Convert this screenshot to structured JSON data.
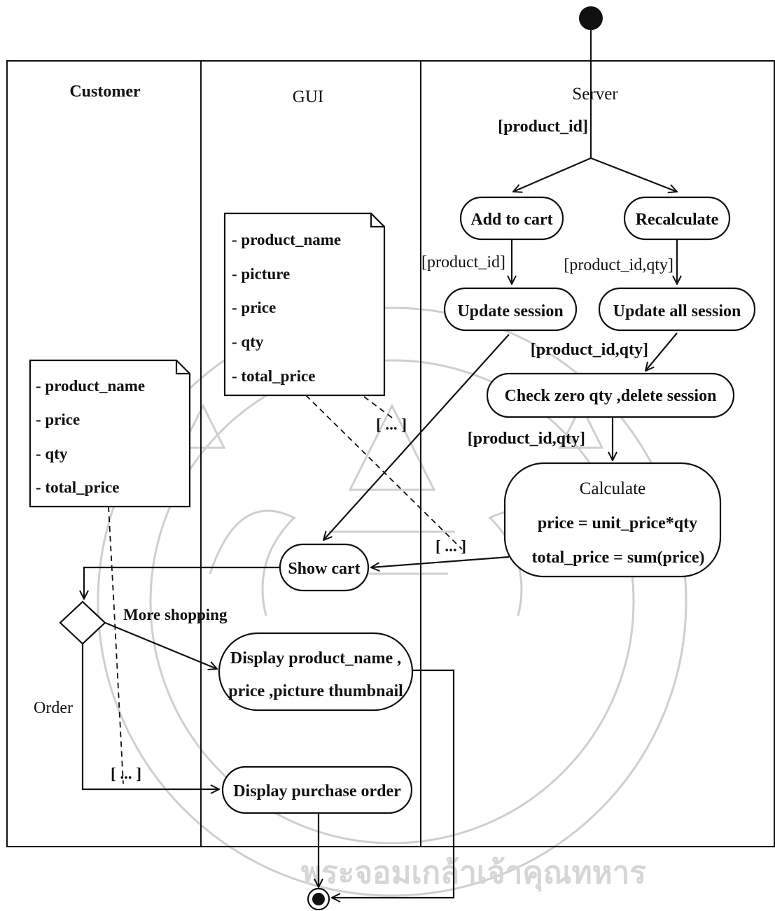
{
  "lanes": {
    "customer": "Customer",
    "gui": "GUI",
    "server": "Server"
  },
  "guards": {
    "start_product_id": "[product_id]",
    "add_product_id": "[product_id]",
    "recalc_product_id_qty": "[product_id,qty]",
    "update_all_product_id_qty": "[product_id,qty]",
    "check_product_id_qty": "[product_id,qty]",
    "gui_dots": "[ ... ]",
    "gui_dots_2": "[ ... ]",
    "customer_dots": "[ ... ]"
  },
  "nodes": {
    "add_to_cart": "Add to cart",
    "recalculate": "Recalculate",
    "update_session": "Update session",
    "update_all_session": "Update all session",
    "check_zero": "Check zero qty ,delete session",
    "calculate": "Calculate",
    "calc_price": "price = unit_price*qty",
    "calc_total": "total_price = sum(price)",
    "show_cart": "Show cart",
    "display_product_1": "Display product_name ,",
    "display_product_2": "price ,picture thumbnail",
    "display_purchase": "Display purchase order"
  },
  "decision": {
    "more_shopping": "More shopping",
    "order": "Order"
  },
  "gui_note": [
    "- product_name",
    "- picture",
    "- price",
    "- qty",
    "- total_price"
  ],
  "customer_note": [
    "- product_name",
    "- price",
    "- qty",
    "- total_price"
  ],
  "watermark": {
    "text": "พระจอมเกล้าเจ้าคุณทหาร"
  }
}
